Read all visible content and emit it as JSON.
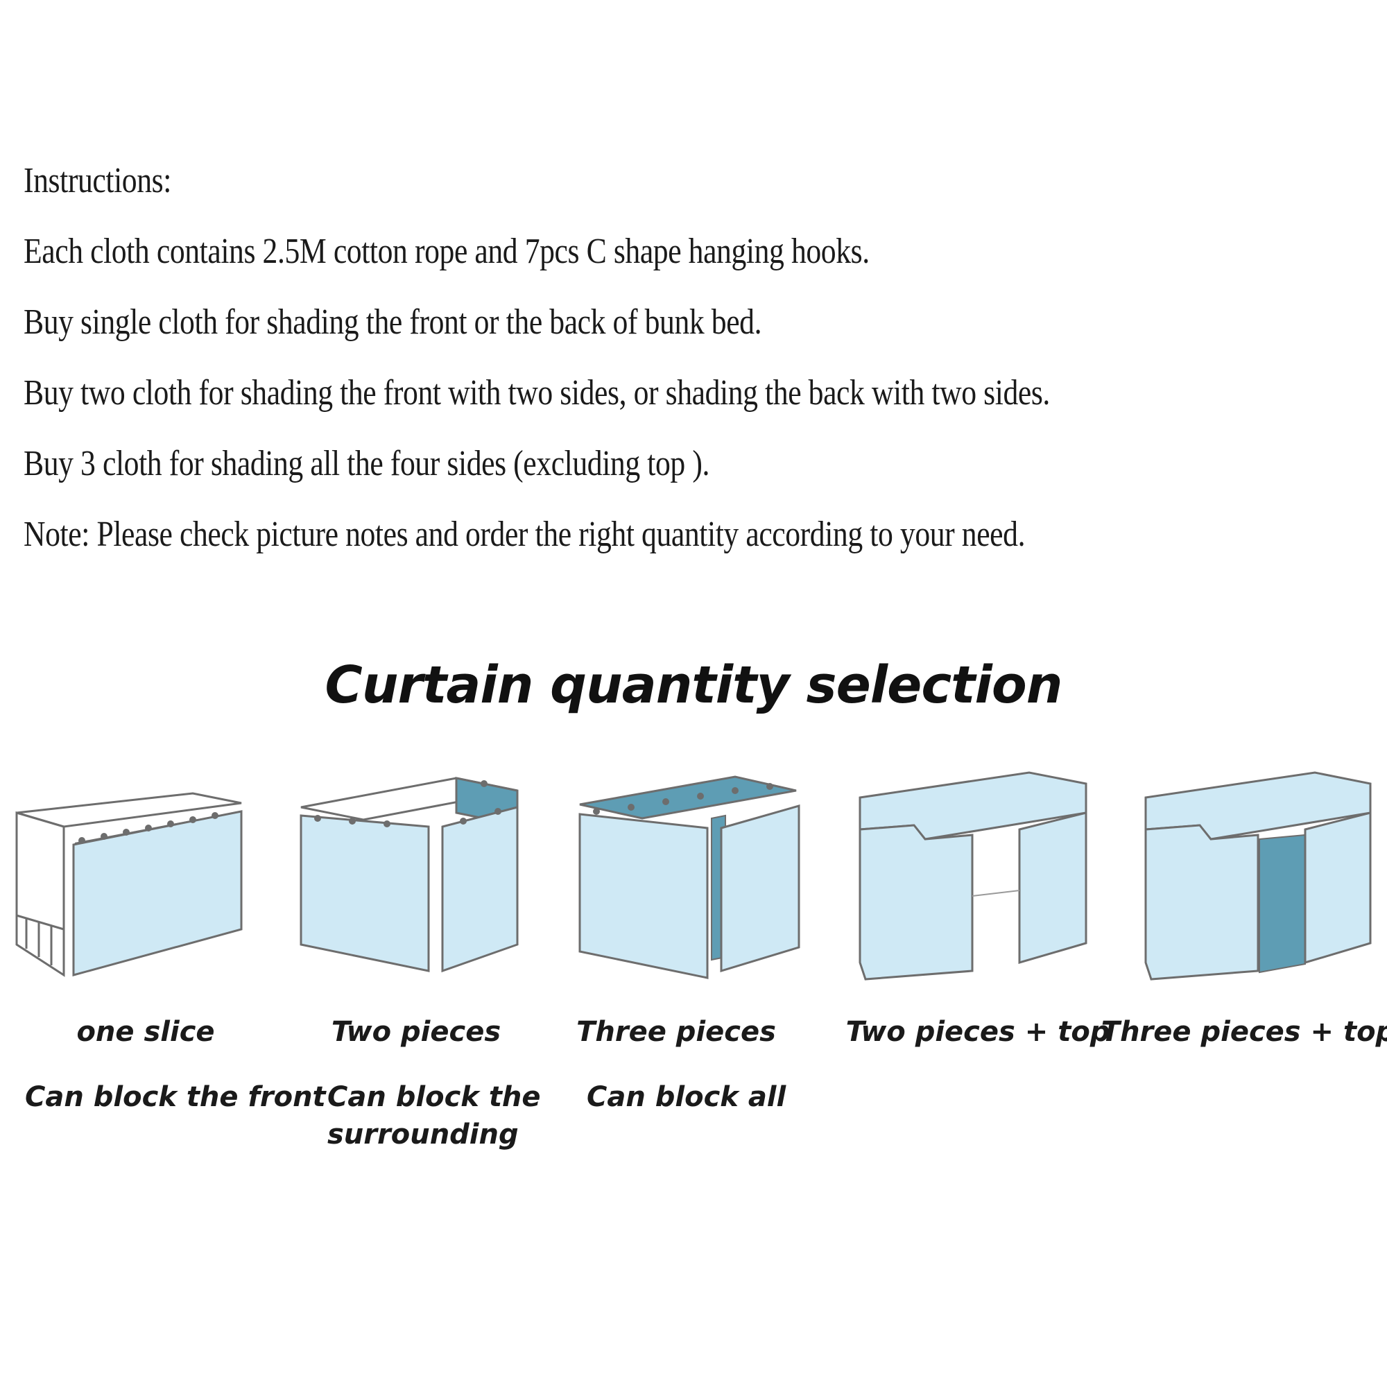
{
  "instructions": {
    "heading": "Instructions:",
    "lines": [
      "Each cloth contains 2.5M cotton rope and 7pcs C shape hanging hooks.",
      "Buy single cloth for shading the front or the back of bunk bed.",
      "Buy two cloth for shading the front with two sides, or shading the back with two sides.",
      "Buy 3 cloth for shading all the four sides (excluding top ).",
      "Note: Please check picture notes and order the right quantity according to your need."
    ]
  },
  "selection": {
    "title": "Curtain quantity selection",
    "options": [
      {
        "label": "one slice",
        "description": [
          "Can block the front"
        ]
      },
      {
        "label": "Two pieces",
        "description": [
          "Can block the",
          "surrounding"
        ]
      },
      {
        "label": "Three pieces",
        "description": [
          "Can block all"
        ]
      },
      {
        "label": "Two pieces + top",
        "description": []
      },
      {
        "label": "Three pieces + top",
        "description": []
      }
    ]
  },
  "colors": {
    "curtain": "#cfe9f5",
    "curtain_dark": "#5e9db4",
    "outline": "#6d6d6d",
    "text": "#1a1a1a"
  }
}
